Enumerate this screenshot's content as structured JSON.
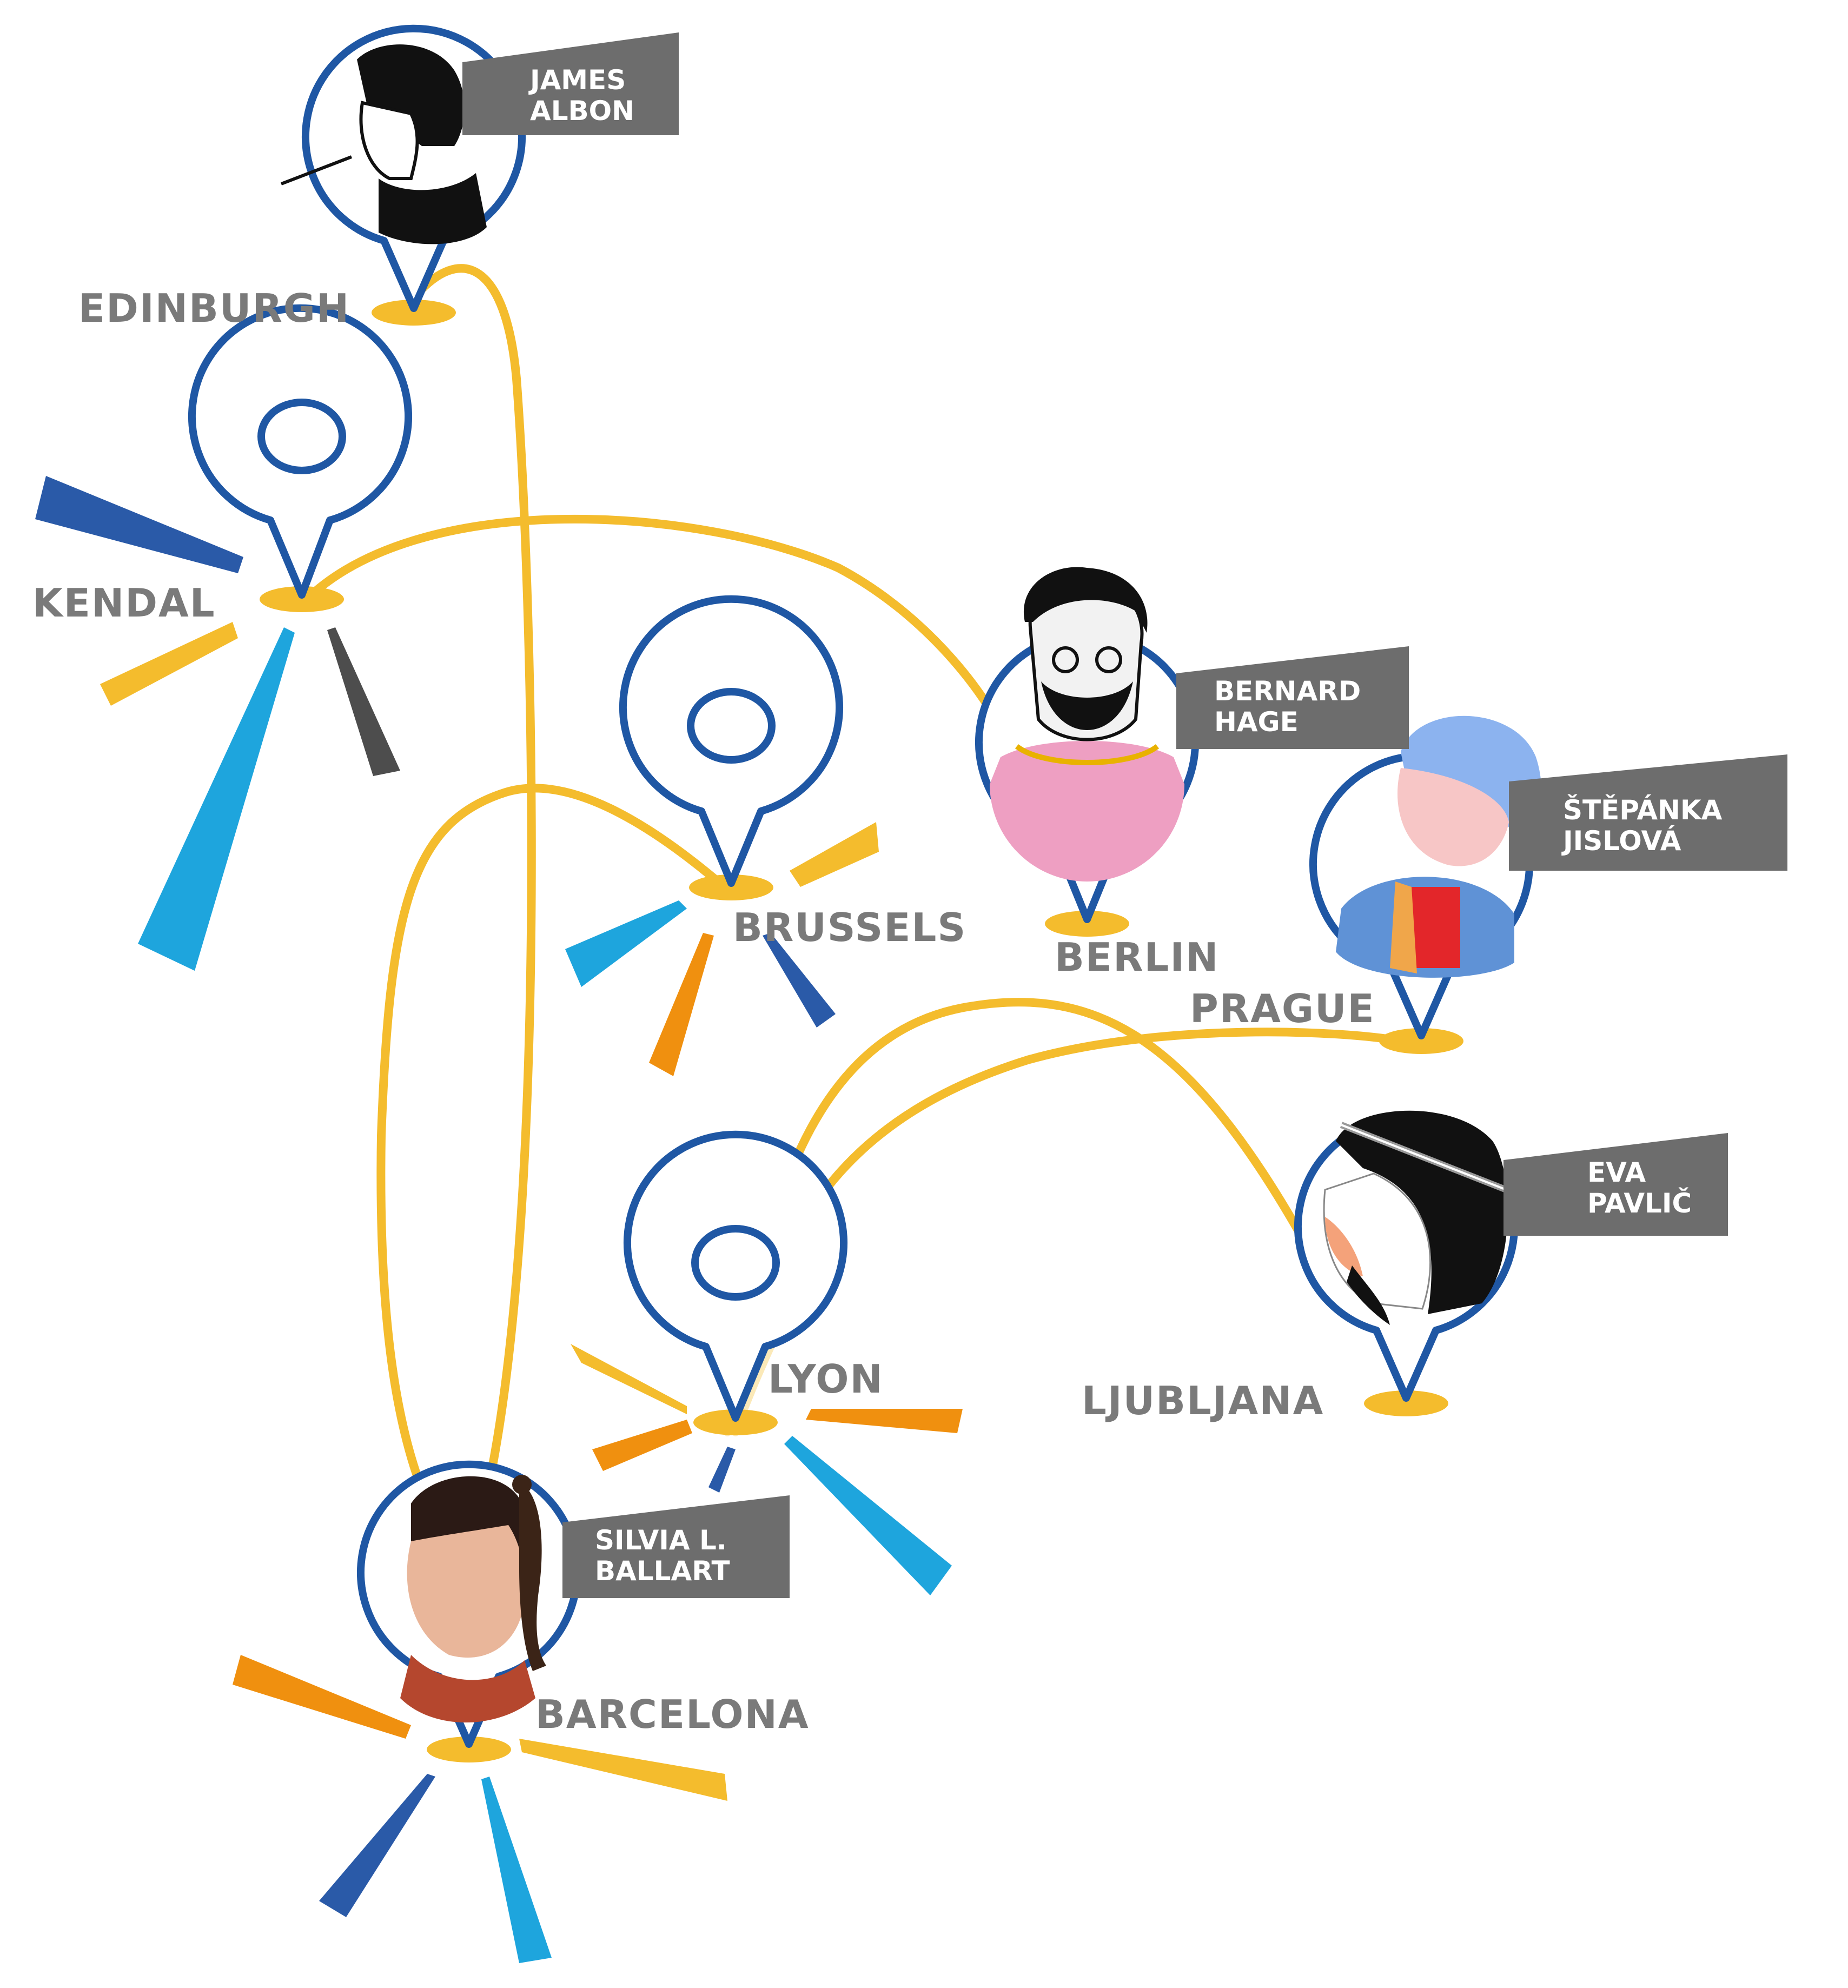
{
  "colors": {
    "pin_outline": "#1f57a4",
    "route": "#f4bc2d",
    "city_label": "#7a7a7a",
    "name_tag": "#6d6d6d",
    "ray_yellow": "#f4bc2d",
    "ray_orange": "#f0900f",
    "ray_dark_blue": "#2a5aa8",
    "ray_light_blue": "#1ea5dd",
    "ray_gray": "#4d4d4d"
  },
  "cities": [
    {
      "id": "edinburgh",
      "label": "EDINBURGH",
      "pin": "portrait"
    },
    {
      "id": "kendal",
      "label": "KENDAL",
      "pin": "empty"
    },
    {
      "id": "brussels",
      "label": "BRUSSELS",
      "pin": "empty"
    },
    {
      "id": "berlin",
      "label": "BERLIN",
      "pin": "portrait"
    },
    {
      "id": "prague",
      "label": "PRAGUE",
      "pin": "portrait"
    },
    {
      "id": "lyon",
      "label": "LYON",
      "pin": "empty"
    },
    {
      "id": "ljubljana",
      "label": "LJUBLJANA",
      "pin": "portrait"
    },
    {
      "id": "barcelona",
      "label": "BARCELONA",
      "pin": "portrait"
    }
  ],
  "people": [
    {
      "id": "james",
      "city": "edinburgh",
      "line1": "JAMES",
      "line2": "ALBON"
    },
    {
      "id": "bernard",
      "city": "berlin",
      "line1": "BERNARD",
      "line2": "HAGE"
    },
    {
      "id": "stepanka",
      "city": "prague",
      "line1": "ŠTĚPÁNKA",
      "line2": "JISLOVÁ"
    },
    {
      "id": "eva",
      "city": "ljubljana",
      "line1": "EVA",
      "line2": "PAVLIČ"
    },
    {
      "id": "silvia",
      "city": "barcelona",
      "line1": "SILVIA L.",
      "line2": "BALLART"
    }
  ],
  "routes": [
    {
      "from": "edinburgh",
      "to": "barcelona"
    },
    {
      "from": "kendal",
      "to": "berlin"
    },
    {
      "from": "brussels",
      "to": "barcelona"
    },
    {
      "from": "lyon",
      "to": "ljubljana"
    },
    {
      "from": "lyon",
      "to": "prague"
    }
  ],
  "icons": {
    "portrait_pin": "map-pin-portrait-icon",
    "empty_pin": "map-pin-icon",
    "location_base": "location-ellipse-icon"
  }
}
